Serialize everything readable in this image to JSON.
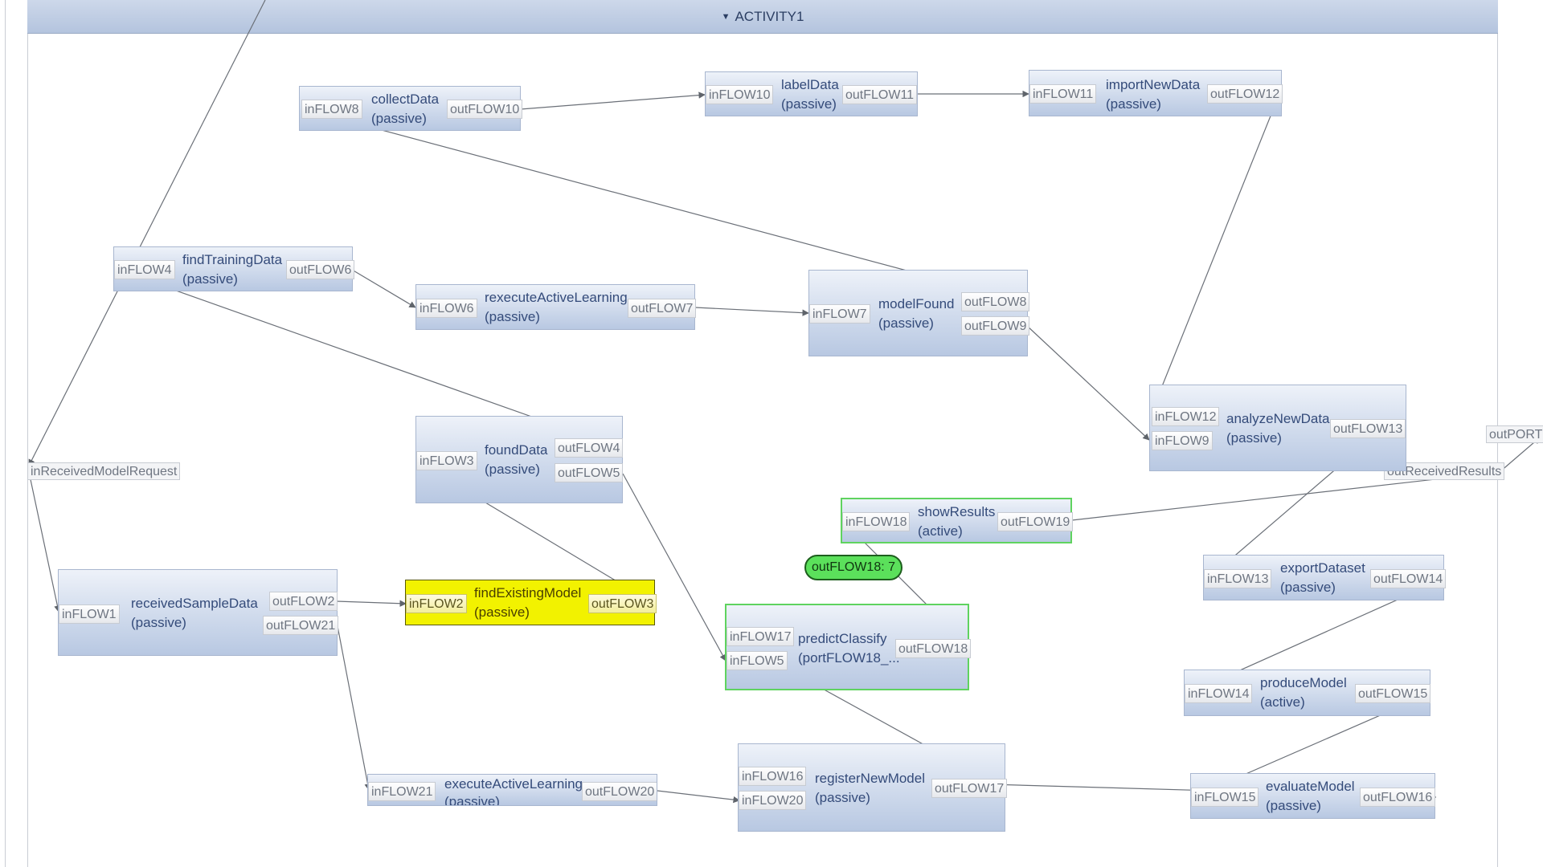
{
  "diagram": {
    "title": "ACTIVITY1",
    "external_ports": {
      "in_received_model_request": "inReceivedModelRequest",
      "out_port": "outPORT",
      "out_received_results": "outReceivedResults"
    },
    "status_pill": "outFLOW18: 7",
    "nodes": {
      "collectData": {
        "name": "collectData",
        "kind": "(passive)",
        "in": [
          "inFLOW8"
        ],
        "out": [
          "outFLOW10"
        ]
      },
      "labelData": {
        "name": "labelData",
        "kind": "(passive)",
        "in": [
          "inFLOW10"
        ],
        "out": [
          "outFLOW11"
        ]
      },
      "importNewData": {
        "name": "importNewData",
        "kind": "(passive)",
        "in": [
          "inFLOW11"
        ],
        "out": [
          "outFLOW12"
        ]
      },
      "findTrainingData": {
        "name": "findTrainingData",
        "kind": "(passive)",
        "in": [
          "inFLOW4"
        ],
        "out": [
          "outFLOW6"
        ]
      },
      "rexecuteActiveLearning": {
        "name": "rexecuteActiveLearning",
        "kind": "(passive)",
        "in": [
          "inFLOW6"
        ],
        "out": [
          "outFLOW7"
        ]
      },
      "modelFound": {
        "name": "modelFound",
        "kind": "(passive)",
        "in": [
          "inFLOW7"
        ],
        "out": [
          "outFLOW8",
          "outFLOW9"
        ]
      },
      "analyzeNewData": {
        "name": "analyzeNewData",
        "kind": "(passive)",
        "in": [
          "inFLOW12",
          "inFLOW9"
        ],
        "out": [
          "outFLOW13"
        ]
      },
      "foundData": {
        "name": "foundData",
        "kind": "(passive)",
        "in": [
          "inFLOW3"
        ],
        "out": [
          "outFLOW4",
          "outFLOW5"
        ]
      },
      "showResults": {
        "name": "showResults",
        "kind": "(active)",
        "in": [
          "inFLOW18"
        ],
        "out": [
          "outFLOW19"
        ]
      },
      "exportDataset": {
        "name": "exportDataset",
        "kind": "(passive)",
        "in": [
          "inFLOW13"
        ],
        "out": [
          "outFLOW14"
        ]
      },
      "receivedSampleData": {
        "name": "receivedSampleData",
        "kind": "(passive)",
        "in": [
          "inFLOW1"
        ],
        "out": [
          "outFLOW2",
          "outFLOW21"
        ]
      },
      "findExistingModel": {
        "name": "findExistingModel",
        "kind": "(passive)",
        "in": [
          "inFLOW2"
        ],
        "out": [
          "outFLOW3"
        ]
      },
      "predictClassify": {
        "name": "predictClassify",
        "kind": "(portFLOW18_...",
        "in": [
          "inFLOW17",
          "inFLOW5"
        ],
        "out": [
          "outFLOW18"
        ]
      },
      "produceModel": {
        "name": "produceModel",
        "kind": "(active)",
        "in": [
          "inFLOW14"
        ],
        "out": [
          "outFLOW15"
        ]
      },
      "executeActiveLearning": {
        "name": "executeActiveLearning",
        "kind": "(passive)",
        "in": [
          "inFLOW21"
        ],
        "out": [
          "outFLOW20"
        ]
      },
      "registerNewModel": {
        "name": "registerNewModel",
        "kind": "(passive)",
        "in": [
          "inFLOW16",
          "inFLOW20"
        ],
        "out": [
          "outFLOW17"
        ]
      },
      "evaluateModel": {
        "name": "evaluateModel",
        "kind": "(passive)",
        "in": [
          "inFLOW15"
        ],
        "out": [
          "outFLOW16"
        ]
      }
    },
    "colors": {
      "edge": "#5f646b",
      "highlight": "#f2f200",
      "active_border": "#5fd35f",
      "pill": "#5be05b"
    }
  }
}
